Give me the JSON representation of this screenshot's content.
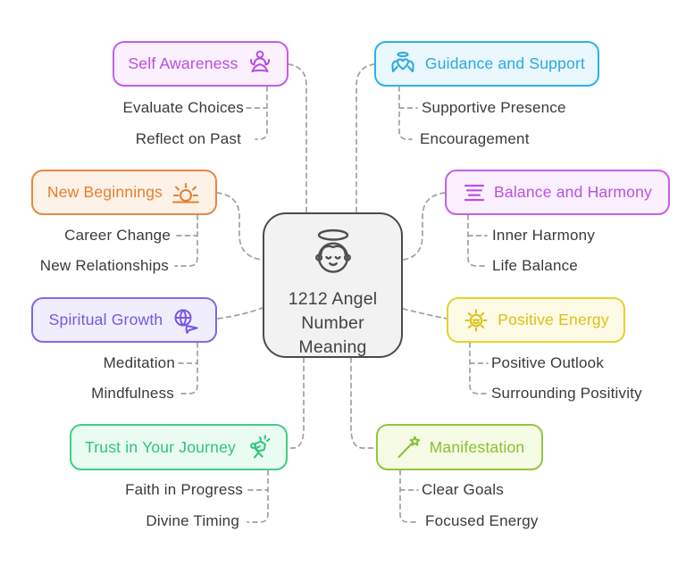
{
  "center": {
    "label": "1212 Angel\nNumber\nMeaning",
    "icon": "angel-face-icon",
    "border": "#4b4b4b",
    "bg": "#f2f2f2",
    "text": "#424242"
  },
  "connector_color": "#a1a1a1",
  "label_color": "#3a3a3a",
  "branches": [
    {
      "label": "Self Awareness",
      "icon": "meditation-icon",
      "side": "left",
      "border": "#c35ee8",
      "bg": "#fbf0fe",
      "text": "#ba4ce2",
      "children": [
        "Evaluate Choices",
        "Reflect on Past"
      ]
    },
    {
      "label": "Guidance and Support",
      "icon": "angel-heart-icon",
      "side": "right",
      "border": "#2ab3e8",
      "bg": "#eaf7fd",
      "text": "#27a9e3",
      "children": [
        "Supportive Presence",
        "Encouragement"
      ]
    },
    {
      "label": "New Beginnings",
      "icon": "sunrise-icon",
      "side": "left",
      "border": "#e8873f",
      "bg": "#fdf2e8",
      "text": "#e67e2e",
      "children": [
        "Career Change",
        "New Relationships"
      ]
    },
    {
      "label": "Balance and Harmony",
      "icon": "balance-lines-icon",
      "side": "right",
      "border": "#c45fe8",
      "bg": "#faf0fe",
      "text": "#bb50e2",
      "children": [
        "Inner Harmony",
        "Life Balance"
      ]
    },
    {
      "label": "Spiritual Growth",
      "icon": "globe-plane-icon",
      "side": "left",
      "border": "#7d69e8",
      "bg": "#f0edfd",
      "text": "#7557e6",
      "children": [
        "Meditation",
        "Mindfulness"
      ]
    },
    {
      "label": "Positive Energy",
      "icon": "smiling-sun-icon",
      "side": "right",
      "border": "#e5d22e",
      "bg": "#fdfae6",
      "text": "#dcc115",
      "children": [
        "Positive Outlook",
        "Surrounding Positivity"
      ]
    },
    {
      "label": "Trust in Your Journey",
      "icon": "climbing-icon",
      "side": "left",
      "border": "#3fcd87",
      "bg": "#eafbf2",
      "text": "#2ec478",
      "children": [
        "Faith in Progress",
        "Divine Timing"
      ]
    },
    {
      "label": "Manifestation",
      "icon": "magic-wand-icon",
      "side": "right",
      "border": "#92c83e",
      "bg": "#f5fbe4",
      "text": "#88c130",
      "children": [
        "Clear Goals",
        "Focused Energy"
      ]
    }
  ]
}
